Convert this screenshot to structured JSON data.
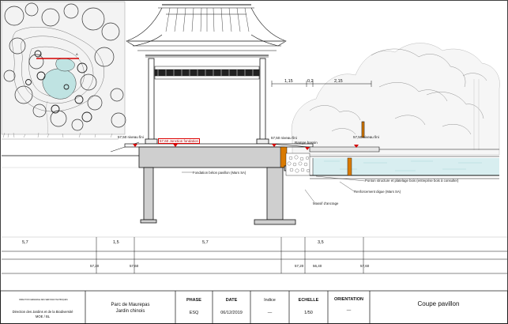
{
  "drawing": {
    "dimensions_top": [
      "1,15",
      "0,2",
      "2,15"
    ],
    "elevations": {
      "left": "57,50 niveau fini",
      "left_red": "57,60 Jonction fondation",
      "mid": "57,50 niveau fini",
      "mid_secondary": "Rampe bassin",
      "right": "57,50 niveau fini"
    },
    "annotations": [
      "Fondation béton pavillon (Mars SA)",
      "Ponton structure et platelage bois (entreprise bois à consulter)",
      "Renforcement digue (Mars SA)",
      "Massif d'ancrage"
    ],
    "dim_row": [
      "5,7",
      "1,5",
      "5,7",
      "3,5"
    ],
    "level_row": [
      "57,20",
      "57,60",
      "57,20",
      "56,40",
      "57,60"
    ]
  },
  "title_block": {
    "org_small": "DIRECTION GENERALE DES SERVICES TECHNIQUES",
    "org": "Direction des Jardins et de la Biodiversité",
    "org_sub": "MOE / BL",
    "project": "Parc de Maurepas",
    "project_sub": "Jardin chinois",
    "phase_label": "PHASE",
    "phase": "ESQ",
    "date_label": "DATE",
    "date": "06/12/2019",
    "indice_label": "Indice",
    "indice": "—",
    "echelle_label": "ECHELLE",
    "echelle": "1/50",
    "orientation_label": "ORIENTATION",
    "orientation": "—",
    "title": "Coupe pavillon"
  },
  "colors": {
    "water": "#d8eef0",
    "concrete": "#c8c8c8",
    "red": "#d40000",
    "line": "#111111"
  }
}
